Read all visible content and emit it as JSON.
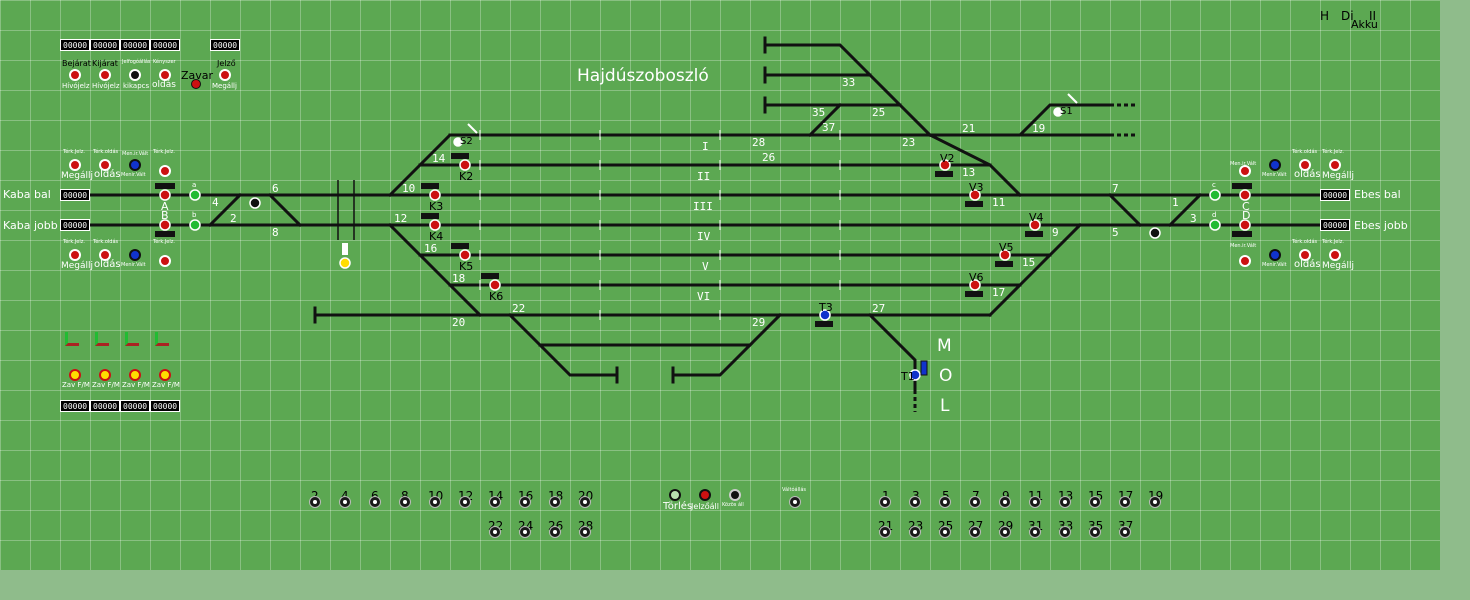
{
  "station": {
    "name": "Hajdúszoboszló",
    "mol_letters": [
      "M",
      "O",
      "L"
    ]
  },
  "status_indicators": {
    "h": "H",
    "di": "Di",
    "ii": "II",
    "akku": "Akku"
  },
  "colors": {
    "board": "#5ca852",
    "track": "#111111",
    "signal_red": "#cc1111",
    "signal_green": "#22bb33",
    "signal_blue": "#1133cc",
    "signal_yellow": "#ffdd00"
  },
  "top_left_panel": {
    "counters": [
      "00000",
      "00000",
      "00000",
      "00000"
    ],
    "jelzo_counter": "00000",
    "buttons": [
      {
        "top": "Bejárat",
        "bottom": "Hívójelz"
      },
      {
        "top": "Kijárat",
        "bottom": "Hívójelz"
      },
      {
        "top": "Jelfogóállás",
        "bottom": "kikapcs"
      },
      {
        "top": "Kényszer",
        "bottom": "oldás"
      }
    ],
    "zavar": "Zavar",
    "jelzo_button": {
      "top": "Jelző",
      "bottom": "Megállj"
    }
  },
  "line_labels": {
    "kaba_bal": "Kaba bal",
    "kaba_jobb": "Kaba jobb",
    "ebes_bal": "Ebes bal",
    "ebes_jobb": "Ebes jobb"
  },
  "line_counters": {
    "kaba_bal": "00000",
    "kaba_jobb": "00000",
    "ebes_bal": "00000",
    "ebes_jobb": "00000"
  },
  "line_controls": {
    "terel_small": "Térk.Jelz.",
    "megallj": "Megállj",
    "feloldas_small": "Térk.oldás",
    "oldas": "oldás",
    "menir_small": "Men.ir.Vált",
    "menir_label": "Menir.Vált"
  },
  "entry_signals": {
    "left": [
      "A",
      "B"
    ],
    "right": [
      "C",
      "D"
    ],
    "small_left": [
      "a",
      "b"
    ],
    "small_right": [
      "c",
      "d"
    ]
  },
  "platform_tracks": [
    "I",
    "II",
    "III",
    "IV",
    "V",
    "VI"
  ],
  "signals": [
    "K2",
    "K3",
    "K4",
    "K5",
    "K6",
    "V2",
    "V3",
    "V4",
    "V5",
    "V6",
    "T3",
    "T1"
  ],
  "shunt_signals": [
    "S2",
    "S1"
  ],
  "switch_numbers": {
    "n1": "1",
    "n2": "2",
    "n3": "3",
    "n4": "4",
    "n5": "5",
    "n6": "6",
    "n7": "7",
    "n8": "8",
    "n9": "9",
    "n10": "10",
    "n11": "11",
    "n12": "12",
    "n13": "13",
    "n14": "14",
    "n15": "15",
    "n16": "16",
    "n17": "17",
    "n18": "18",
    "n19": "19",
    "n20": "20",
    "n21": "21",
    "n22": "22",
    "n23": "23",
    "n25": "25",
    "n26": "26",
    "n27": "27",
    "n28": "28",
    "n29": "29",
    "n33": "33",
    "n35": "35",
    "n37": "37"
  },
  "bottom_left_panel": {
    "buttons": [
      "Zav F/M",
      "Zav F/M",
      "Zav F/M",
      "Zav F/M"
    ],
    "counters": [
      "00000",
      "00000",
      "00000",
      "00000"
    ]
  },
  "point_buttons_left_top": [
    "2",
    "4",
    "6",
    "8",
    "10",
    "12",
    "14",
    "16",
    "18",
    "20"
  ],
  "point_buttons_left_bottom": [
    "22",
    "24",
    "26",
    "28"
  ],
  "point_buttons_right_top": [
    "1",
    "3",
    "5",
    "7",
    "9",
    "11",
    "13",
    "15",
    "17",
    "19"
  ],
  "point_buttons_right_bottom": [
    "21",
    "23",
    "25",
    "27",
    "29",
    "31",
    "33",
    "35",
    "37"
  ],
  "command_buttons": {
    "torles": "Törlés",
    "jelzoall": "Jelzőáll",
    "kozos_all": "Közös áll",
    "valtozas_small": "Váltóállás"
  }
}
